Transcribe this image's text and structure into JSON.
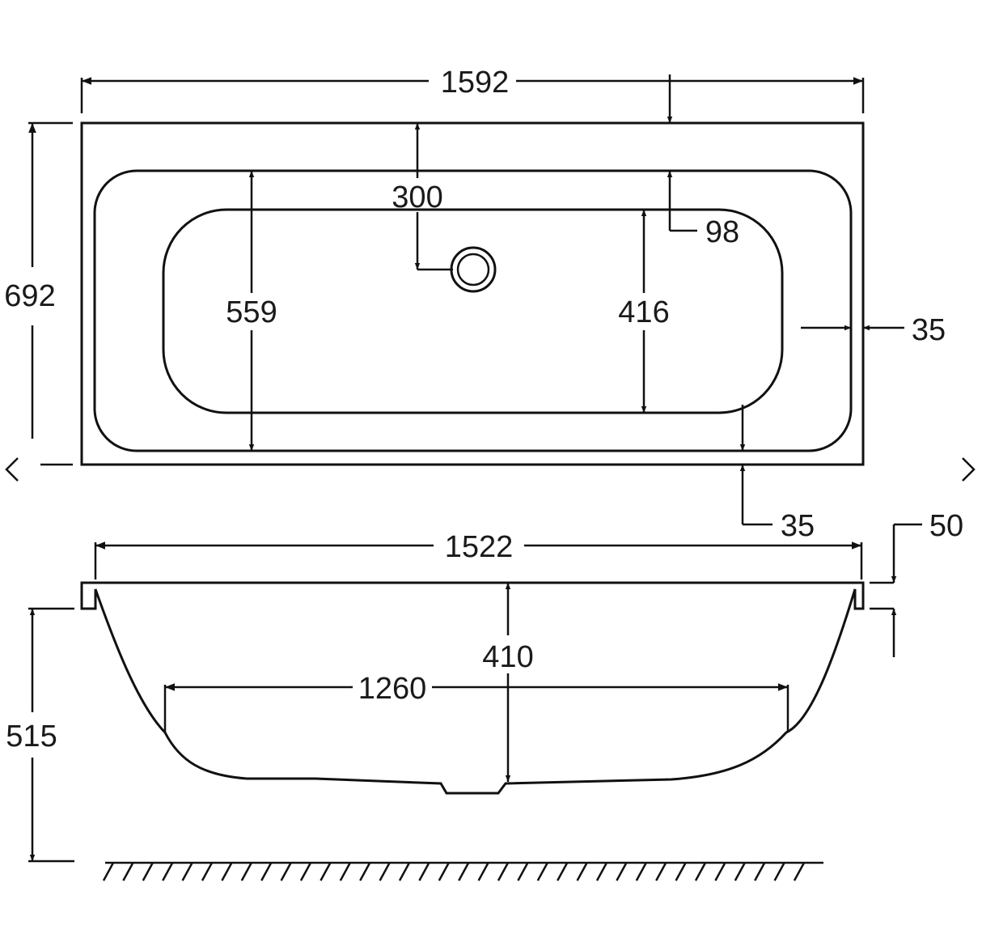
{
  "dimensions": {
    "overall_length": "1592",
    "overall_width": "692",
    "waste_offset": "300",
    "inner_width": "559",
    "basin_width": "416",
    "rim_step": "98",
    "side_rim": "35",
    "end_rim": "35",
    "inner_length": "1522",
    "rim_thickness": "50",
    "internal_depth": "410",
    "base_length": "1260",
    "overall_height": "515"
  },
  "navigation": {
    "prev_icon": "chevron-left-icon",
    "next_icon": "chevron-right-icon",
    "prev_glyph": "‹",
    "next_glyph": "›"
  }
}
